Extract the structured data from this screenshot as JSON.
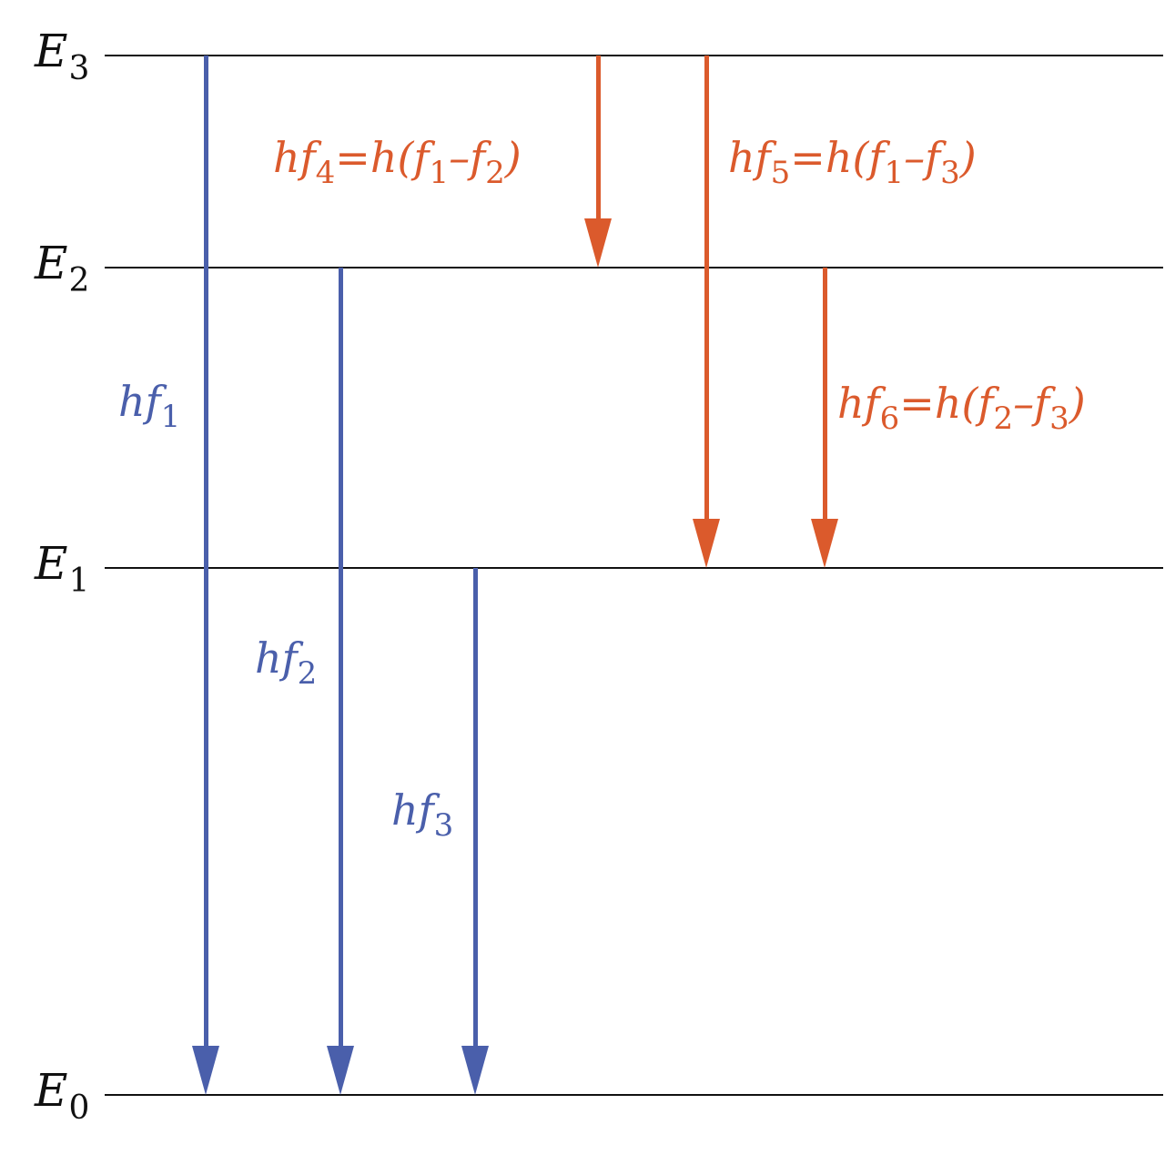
{
  "colors": {
    "absorption_blue": "#4a5fab",
    "emission_orange": "#db5a2c",
    "line": "#111111"
  },
  "levels": [
    {
      "id": "E0",
      "symbol": "E",
      "sub": "0"
    },
    {
      "id": "E1",
      "symbol": "E",
      "sub": "1"
    },
    {
      "id": "E2",
      "symbol": "E",
      "sub": "2"
    },
    {
      "id": "E3",
      "symbol": "E",
      "sub": "3"
    }
  ],
  "transitions": [
    {
      "id": "f1",
      "from": "E3",
      "to": "E0",
      "color": "blue",
      "label": [
        {
          "t": "hf"
        },
        {
          "t": "1",
          "sub": true
        }
      ]
    },
    {
      "id": "f2",
      "from": "E2",
      "to": "E0",
      "color": "blue",
      "label": [
        {
          "t": "hf"
        },
        {
          "t": "2",
          "sub": true
        }
      ]
    },
    {
      "id": "f3",
      "from": "E1",
      "to": "E0",
      "color": "blue",
      "label": [
        {
          "t": "hf"
        },
        {
          "t": "3",
          "sub": true
        }
      ]
    },
    {
      "id": "f4",
      "from": "E3",
      "to": "E2",
      "color": "orange",
      "label": [
        {
          "t": "hf"
        },
        {
          "t": "4",
          "sub": true
        },
        {
          "t": "=h(f"
        },
        {
          "t": "1",
          "sub": true
        },
        {
          "t": "–f"
        },
        {
          "t": "2",
          "sub": true
        },
        {
          "t": ")"
        }
      ]
    },
    {
      "id": "f5",
      "from": "E3",
      "to": "E1",
      "color": "orange",
      "label": [
        {
          "t": "hf"
        },
        {
          "t": "5",
          "sub": true
        },
        {
          "t": "=h(f"
        },
        {
          "t": "1",
          "sub": true
        },
        {
          "t": "–f"
        },
        {
          "t": "3",
          "sub": true
        },
        {
          "t": ")"
        }
      ]
    },
    {
      "id": "f6",
      "from": "E2",
      "to": "E1",
      "color": "orange",
      "label": [
        {
          "t": "hf"
        },
        {
          "t": "6",
          "sub": true
        },
        {
          "t": "=h(f"
        },
        {
          "t": "2",
          "sub": true
        },
        {
          "t": "–f"
        },
        {
          "t": "3",
          "sub": true
        },
        {
          "t": ")"
        }
      ]
    }
  ]
}
